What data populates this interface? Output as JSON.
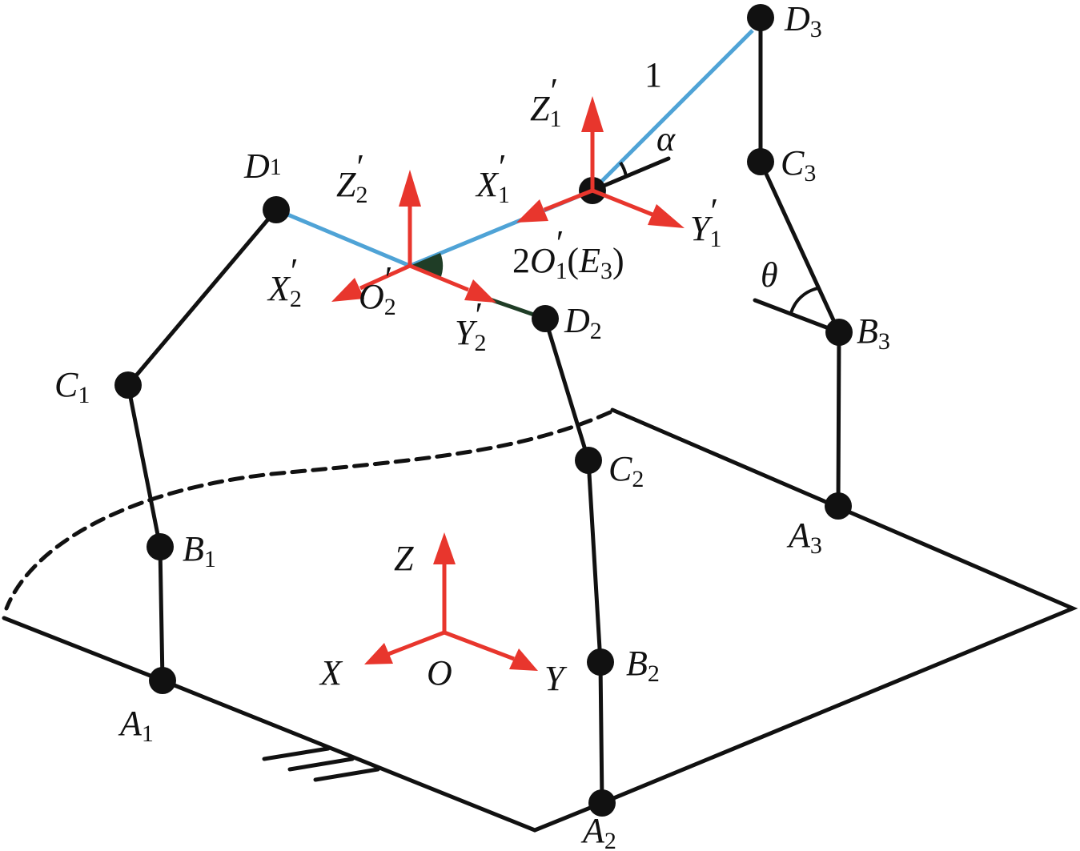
{
  "colors": {
    "link": "#111111",
    "platform_link": "#4fa3d6",
    "axis": "#e8362d",
    "angle_fill": "#1f3d26"
  },
  "labels": {
    "A1": {
      "main": "A",
      "sub": "1"
    },
    "B1": {
      "main": "B",
      "sub": "1"
    },
    "C1": {
      "main": "C",
      "sub": "1"
    },
    "D1": {
      "main": "D",
      "sub": "1"
    },
    "A2": {
      "main": "A",
      "sub": "2"
    },
    "B2": {
      "main": "B",
      "sub": "2"
    },
    "C2": {
      "main": "C",
      "sub": "2"
    },
    "D2": {
      "main": "D",
      "sub": "2"
    },
    "A3": {
      "main": "A",
      "sub": "3"
    },
    "B3": {
      "main": "B",
      "sub": "3"
    },
    "C3": {
      "main": "C",
      "sub": "3"
    },
    "D3": {
      "main": "D",
      "sub": "3"
    },
    "X": "X",
    "Y": "Y",
    "Z": "Z",
    "O": "O",
    "X1p": {
      "main": "X",
      "sub": "1",
      "prime": "′"
    },
    "Y1p": {
      "main": "Y",
      "sub": "1",
      "prime": "′"
    },
    "Z1p": {
      "main": "Z",
      "sub": "1",
      "prime": "′"
    },
    "X2p": {
      "main": "X",
      "sub": "2",
      "prime": "′"
    },
    "Y2p": {
      "main": "Y",
      "sub": "2",
      "prime": "′"
    },
    "Z2p": {
      "main": "Z",
      "sub": "2",
      "prime": "′"
    },
    "O2p": {
      "main": "O",
      "sub": "2",
      "prime": "′"
    },
    "O1p": {
      "prefix": "2",
      "main": "O",
      "sub": "1",
      "prime": "′",
      "paren_open": "(",
      "e_main": "E",
      "e_sub": "3",
      "paren_close": ")"
    },
    "one": "1",
    "alpha": "α",
    "theta": "θ"
  }
}
